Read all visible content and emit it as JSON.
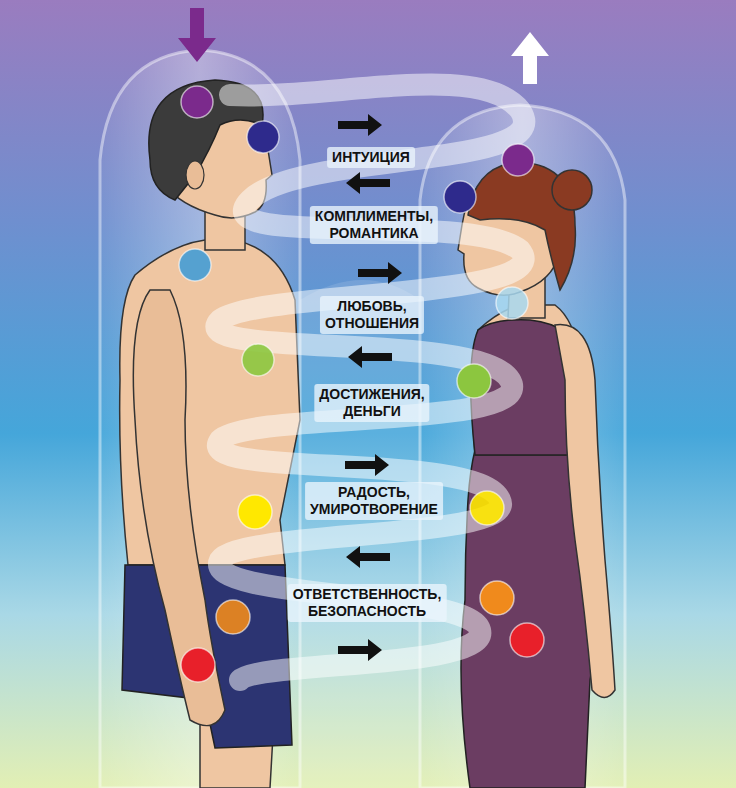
{
  "diagram": {
    "labels": [
      "ИНТУИЦИЯ",
      "КОМПЛИМЕНТЫ, РОМАНТИКА",
      "ЛЮБОВЬ, ОТНОШЕНИЯ",
      "ДОСТИЖЕНИЯ, ДЕНЬГИ",
      "РАДОСТЬ, УМИРОТВОРЕНИЕ",
      "ОТВЕТСТВЕННОСТЬ, БЕЗОПАСНОСТЬ"
    ]
  }
}
